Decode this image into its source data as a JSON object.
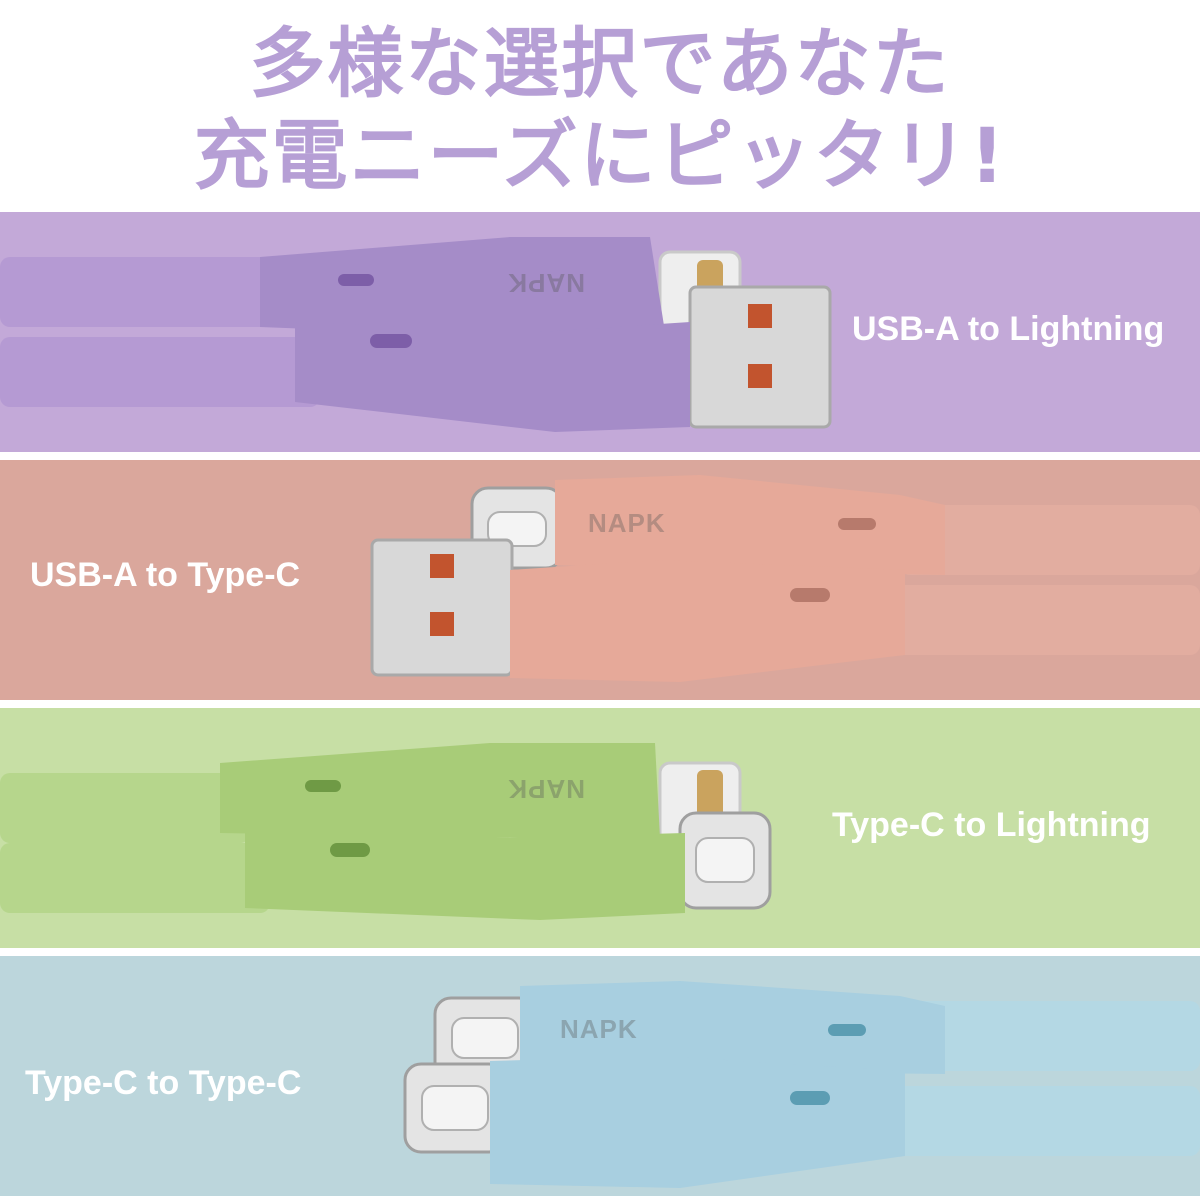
{
  "headline": {
    "line1": "多様な選択であなた",
    "line2": "充電ニーズにピッタリ!"
  },
  "bands": [
    {
      "label": "USB-A to Lightning",
      "bg": "#c3a9d8",
      "body": "#a58cc8",
      "cable": "#b59ad3",
      "slot": "#7d5ea8"
    },
    {
      "label": "USB-A to Type-C",
      "bg": "#daa79c",
      "body": "#e6a999",
      "cable": "#e2ada0",
      "slot": "#b77a6c"
    },
    {
      "label": "Type-C to Lightning",
      "bg": "#c7dfa5",
      "body": "#a8cc78",
      "cable": "#b6d68c",
      "slot": "#6f9a45"
    },
    {
      "label": "Type-C to Type-C",
      "bg": "#bcd6dc",
      "body": "#a8cfe0",
      "cable": "#b4d8e4",
      "slot": "#5c9db3"
    }
  ],
  "brand": {
    "logo": "NAPK"
  },
  "icons": {
    "usb_a": "usb-a-plug-icon",
    "type_c": "type-c-plug-icon",
    "lightning": "lightning-plug-icon"
  }
}
